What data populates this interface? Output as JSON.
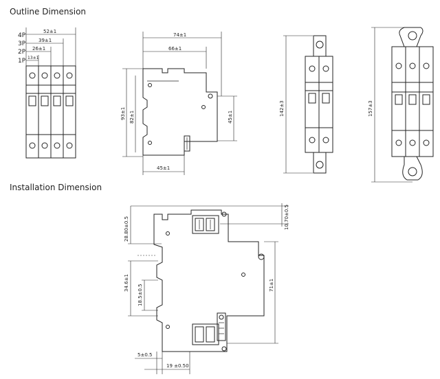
{
  "headings": {
    "outline": "Outline Dimension",
    "installation": "Installation Dimension"
  },
  "poles": [
    "4P",
    "3P",
    "2P",
    "1P"
  ],
  "outline_front": {
    "widths": [
      "52±1",
      "39±1",
      "26±1",
      "13±1"
    ]
  },
  "outline_side": {
    "total_width": "74±1",
    "upper_width": "66±1",
    "height_total": "93±1",
    "height_body": "82±1",
    "height_right": "45±1",
    "bottom_width": "45±1"
  },
  "outline_single": {
    "height": "142±3"
  },
  "outline_double": {
    "height": "157±3"
  },
  "installation": {
    "top_offset": "28.80±0.5",
    "top_right": "10.70±0.5",
    "rail_height": "34.6±1",
    "rail_inner": "18.5±0.5",
    "right_height": "71±1",
    "bottom_small": "5±0.5",
    "bottom_width": "19 ±0.50"
  }
}
